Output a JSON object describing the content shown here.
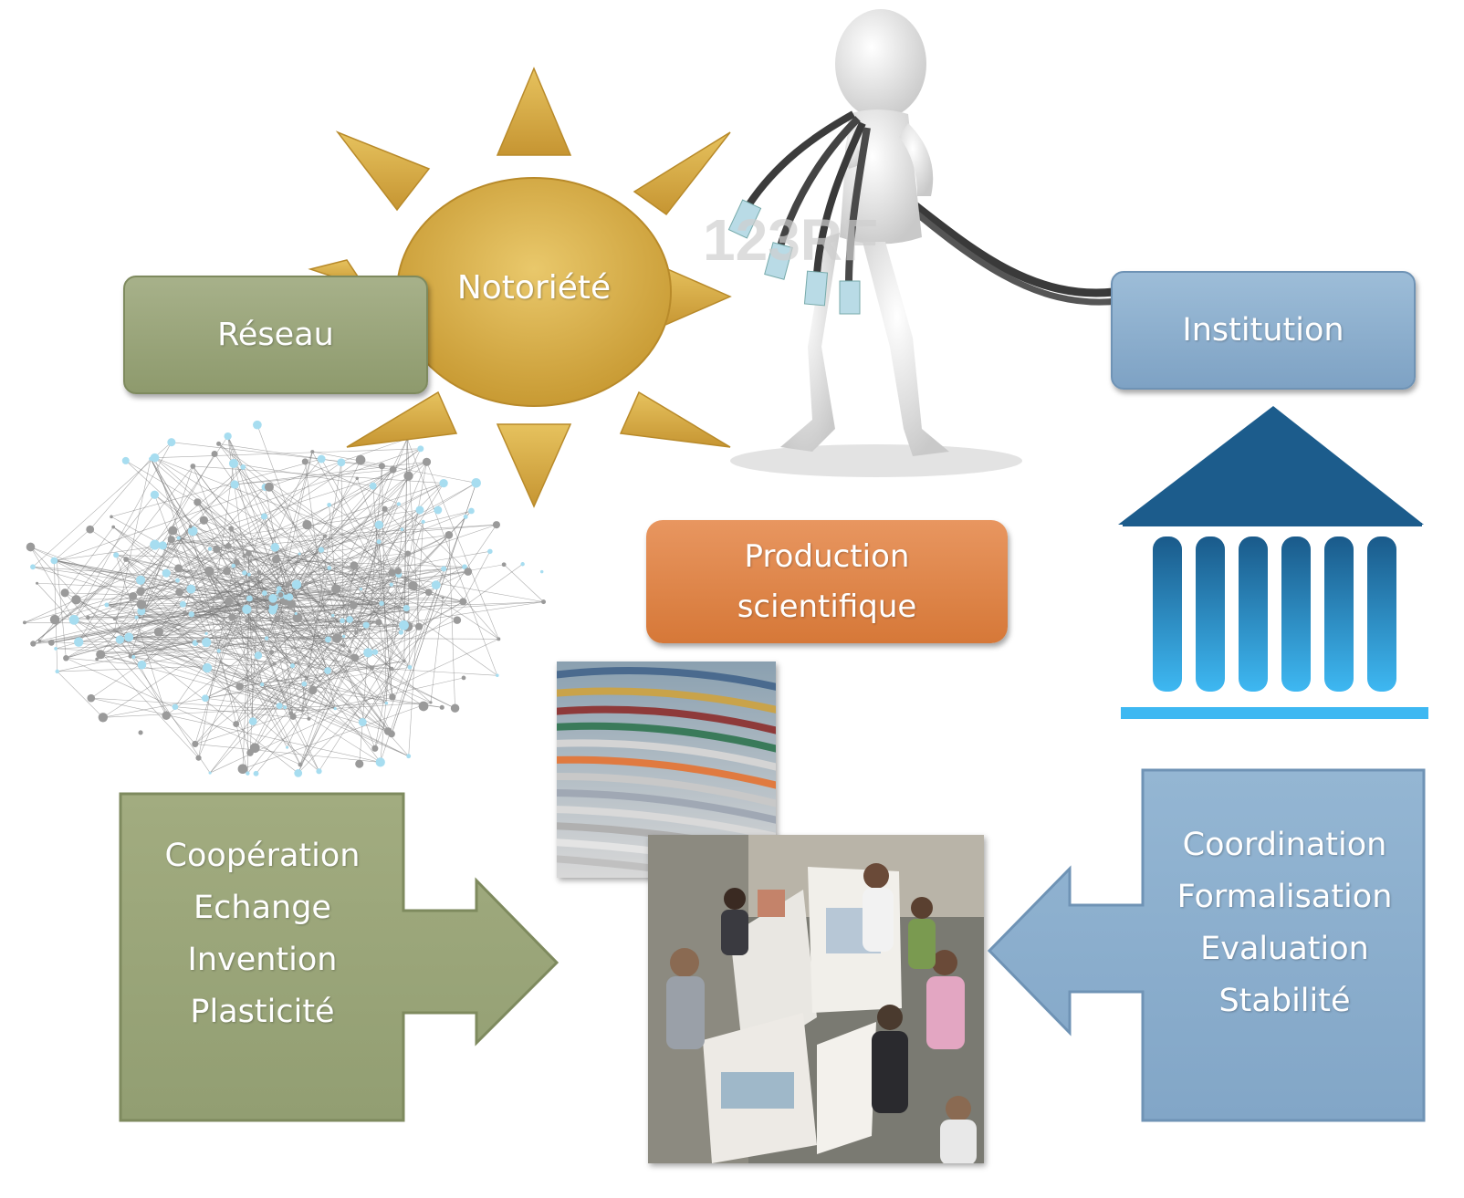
{
  "labels": {
    "notoriete": "Notoriété",
    "reseau": "Réseau",
    "institution": "Institution",
    "production": "Production\nscientifique",
    "reseau_qualities": "Coopération\nEchange\nInvention\nPlasticité",
    "institution_qualities": "Coordination\nFormalisation\nEvaluation\nStabilité"
  },
  "watermark": "123RF",
  "icons": {
    "sun": "sun-icon",
    "institution": "institution-building-icon",
    "network": "network-graph-image",
    "figure": "figure-holding-cables-image",
    "magazines": "stacked-magazines-photo",
    "poster": "poster-session-photo"
  },
  "colors": {
    "sun_fill": "#D9B14F",
    "reseau_fill": "#9AA57A",
    "institution_fill": "#8DAFCC",
    "production_fill": "#E0844A",
    "building_dark": "#1C5C8C",
    "building_light": "#3DB3EE",
    "node_blue": "#A7DDF0",
    "node_gray": "#9A9A9A"
  }
}
